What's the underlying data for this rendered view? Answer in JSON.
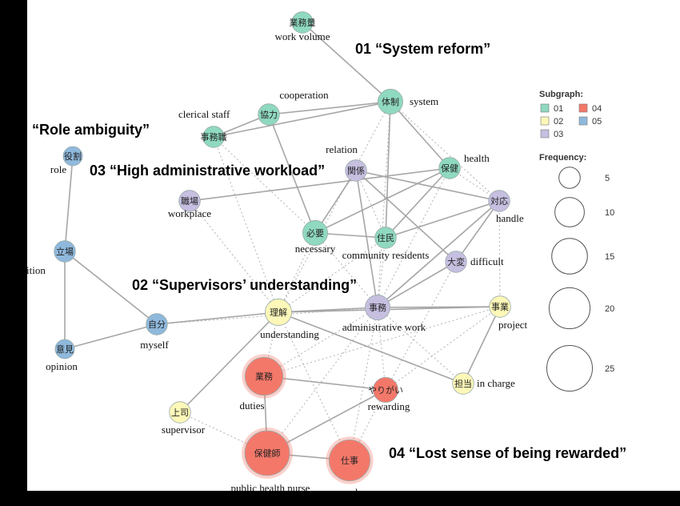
{
  "colors": {
    "01": "#8fd9c0",
    "02": "#fdf7b8",
    "03": "#c6bfe0",
    "04": "#f4786a",
    "05": "#8fb9dc",
    "solid_edge": "#a6a6a6",
    "dotted_edge": "#b8b8b8"
  },
  "group_titles": [
    {
      "id": "t1",
      "text": "01 “System reform”"
    },
    {
      "id": "t2",
      "text": "“Role ambiguity”"
    },
    {
      "id": "t3",
      "text": "03 “High administrative workload”"
    },
    {
      "id": "t4",
      "text": "02 “Supervisors’ understanding”"
    },
    {
      "id": "t5",
      "text": "04 “Lost sense of being rewarded”"
    }
  ],
  "nodes": [
    {
      "id": "gyomuryo",
      "jp": "業務量",
      "en": "work volume",
      "group": "01",
      "freq": 5
    },
    {
      "id": "taisei",
      "jp": "体制",
      "en": "system",
      "group": "01",
      "freq": 7
    },
    {
      "id": "kyoryoku",
      "jp": "協力",
      "en": "cooperation",
      "group": "01",
      "freq": 5
    },
    {
      "id": "jimushoku",
      "jp": "事務職",
      "en": "clerical staff",
      "group": "01",
      "freq": 5
    },
    {
      "id": "hoken",
      "jp": "保健",
      "en": "health",
      "group": "01",
      "freq": 5
    },
    {
      "id": "hitsuyo",
      "jp": "必要",
      "en": "necessary",
      "group": "01",
      "freq": 7
    },
    {
      "id": "jumin",
      "jp": "住民",
      "en": "community residents",
      "group": "01",
      "freq": 5
    },
    {
      "id": "kankei",
      "jp": "関係",
      "en": "relation",
      "group": "03",
      "freq": 5
    },
    {
      "id": "taio",
      "jp": "対応",
      "en": "handle",
      "group": "03",
      "freq": 5
    },
    {
      "id": "shokuba",
      "jp": "職場",
      "en": "workplace",
      "group": "03",
      "freq": 5
    },
    {
      "id": "taihen",
      "jp": "大変",
      "en": "difficult",
      "group": "03",
      "freq": 5
    },
    {
      "id": "jimu",
      "jp": "事務",
      "en": "administrative work",
      "group": "03",
      "freq": 7
    },
    {
      "id": "yakuwari",
      "jp": "役割",
      "en": "role",
      "group": "05",
      "freq": 4
    },
    {
      "id": "tachiba",
      "jp": "立場",
      "en": "position",
      "group": "05",
      "freq": 5
    },
    {
      "id": "jibun",
      "jp": "自分",
      "en": "myself",
      "group": "05",
      "freq": 5
    },
    {
      "id": "iken",
      "jp": "意見",
      "en": "opinion",
      "group": "05",
      "freq": 4
    },
    {
      "id": "rikai",
      "jp": "理解",
      "en": "understanding",
      "group": "02",
      "freq": 8
    },
    {
      "id": "jigyo",
      "jp": "事業",
      "en": "project",
      "group": "02",
      "freq": 5
    },
    {
      "id": "tanto",
      "jp": "担当",
      "en": "in charge",
      "group": "02",
      "freq": 5
    },
    {
      "id": "joshi",
      "jp": "上司",
      "en": "supervisor",
      "group": "02",
      "freq": 5
    },
    {
      "id": "gyomu",
      "jp": "業務",
      "en": "duties",
      "group": "04",
      "freq": 17
    },
    {
      "id": "yarigai",
      "jp": "やりがい",
      "en": "rewarding",
      "group": "04",
      "freq": 7
    },
    {
      "id": "hokenshi",
      "jp": "保健師",
      "en": "public health nurse",
      "group": "04",
      "freq": 24
    },
    {
      "id": "shigoto",
      "jp": "仕事",
      "en": "work",
      "group": "04",
      "freq": 20
    }
  ],
  "edges_solid": [
    [
      "gyomuryo",
      "taisei"
    ],
    [
      "taisei",
      "kyoryoku"
    ],
    [
      "taisei",
      "jimushoku"
    ],
    [
      "kyoryoku",
      "jimushoku"
    ],
    [
      "taisei",
      "hoken"
    ],
    [
      "taisei",
      "jumin"
    ],
    [
      "kyoryoku",
      "hitsuyo"
    ],
    [
      "hoken",
      "hitsuyo"
    ],
    [
      "hoken",
      "jumin"
    ],
    [
      "jumin",
      "hitsuyo"
    ],
    [
      "kankei",
      "hitsuyo"
    ],
    [
      "kankei",
      "taio"
    ],
    [
      "kankei",
      "taihen"
    ],
    [
      "kankei",
      "jimu"
    ],
    [
      "shokuba",
      "hoken"
    ],
    [
      "taio",
      "jimu"
    ],
    [
      "taio",
      "taihen"
    ],
    [
      "taihen",
      "jimu"
    ],
    [
      "taio",
      "jumin"
    ],
    [
      "jimu",
      "jigyo"
    ],
    [
      "rikai",
      "jimu"
    ],
    [
      "rikai",
      "jigyo"
    ],
    [
      "rikai",
      "tanto"
    ],
    [
      "jigyo",
      "tanto"
    ],
    [
      "jibun",
      "rikai"
    ],
    [
      "rikai",
      "joshi"
    ],
    [
      "gyomu",
      "yarigai"
    ],
    [
      "gyomu",
      "hokenshi"
    ],
    [
      "hokenshi",
      "shigoto"
    ],
    [
      "hokenshi",
      "yarigai"
    ],
    [
      "yakuwari",
      "tachiba"
    ],
    [
      "tachiba",
      "iken"
    ],
    [
      "tachiba",
      "jibun"
    ],
    [
      "iken",
      "jibun"
    ]
  ],
  "edges_dotted": [
    [
      "taisei",
      "jimu"
    ],
    [
      "taisei",
      "taio"
    ],
    [
      "taisei",
      "rikai"
    ],
    [
      "jimushoku",
      "hitsuyo"
    ],
    [
      "jimushoku",
      "rikai"
    ],
    [
      "shokuba",
      "rikai"
    ],
    [
      "hitsuyo",
      "jimu"
    ],
    [
      "hitsuyo",
      "rikai"
    ],
    [
      "hoken",
      "jimu"
    ],
    [
      "hoken",
      "taio"
    ],
    [
      "taio",
      "jigyo"
    ],
    [
      "taihen",
      "yarigai"
    ],
    [
      "jumin",
      "jimu"
    ],
    [
      "jumin",
      "rikai"
    ],
    [
      "jimu",
      "gyomu"
    ],
    [
      "jimu",
      "yarigai"
    ],
    [
      "jimu",
      "shigoto"
    ],
    [
      "jimu",
      "hokenshi"
    ],
    [
      "jimu",
      "tanto"
    ],
    [
      "rikai",
      "gyomu"
    ],
    [
      "rikai",
      "shigoto"
    ],
    [
      "jibun",
      "jimu"
    ],
    [
      "jigyo",
      "yarigai"
    ],
    [
      "jigyo",
      "gyomu"
    ],
    [
      "yarigai",
      "shigoto"
    ],
    [
      "joshi",
      "hokenshi"
    ],
    [
      "kankei",
      "jumin"
    ]
  ],
  "legend": {
    "subgraph_title": "Subgraph:",
    "subgraphs": [
      "01",
      "04",
      "02",
      "05",
      "03"
    ],
    "frequency_title": "Frequency:",
    "frequencies": [
      5,
      10,
      15,
      20,
      25
    ]
  }
}
